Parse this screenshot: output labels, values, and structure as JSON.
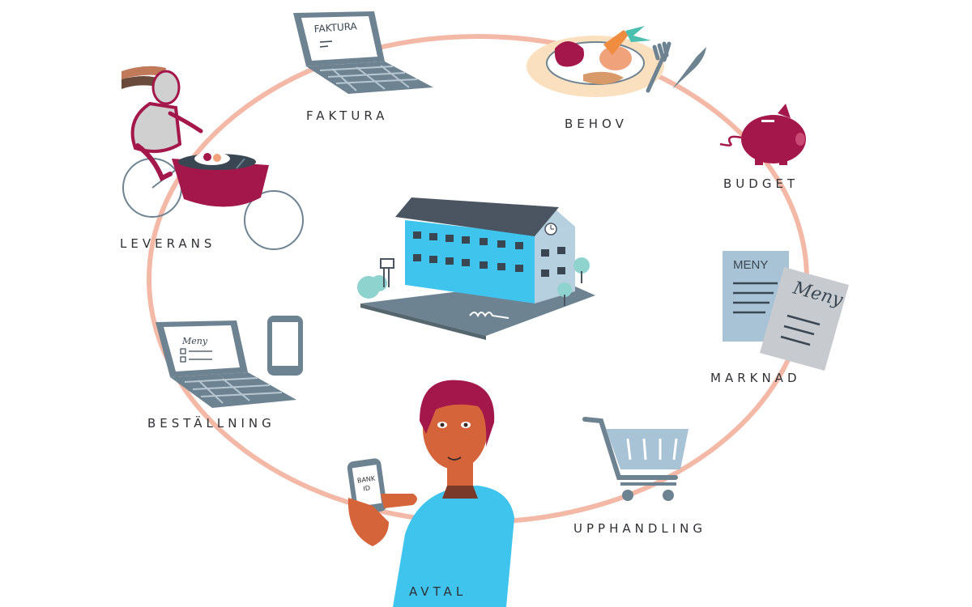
{
  "cycle": {
    "steps": [
      {
        "id": "behov",
        "label": "BEHOV"
      },
      {
        "id": "budget",
        "label": "BUDGET"
      },
      {
        "id": "marknad",
        "label": "MARKNAD"
      },
      {
        "id": "upphandling",
        "label": "UPPHANDLING"
      },
      {
        "id": "avtal",
        "label": "AVTAL"
      },
      {
        "id": "bestallning",
        "label": "BESTÄLLNING"
      },
      {
        "id": "leverans",
        "label": "LEVERANS"
      },
      {
        "id": "faktura",
        "label": "FAKTURA"
      }
    ]
  },
  "illustrations": {
    "invoice_laptop_text": "FAKTURA",
    "menu_card_1_text": "MENY",
    "menu_card_2_text": "Meny",
    "order_laptop_text": "Meny",
    "phone_text_line1": "BANK",
    "phone_text_line2": "ID"
  },
  "colors": {
    "cycle_ring": "#f3b9a6",
    "slate": "#6e8391",
    "crimson": "#a3174a",
    "school_blue": "#3fc4ee",
    "roof": "#4a5561",
    "skin": "#d6643a",
    "shirt": "#3fc4ee",
    "paper": "#a9c3d6"
  }
}
